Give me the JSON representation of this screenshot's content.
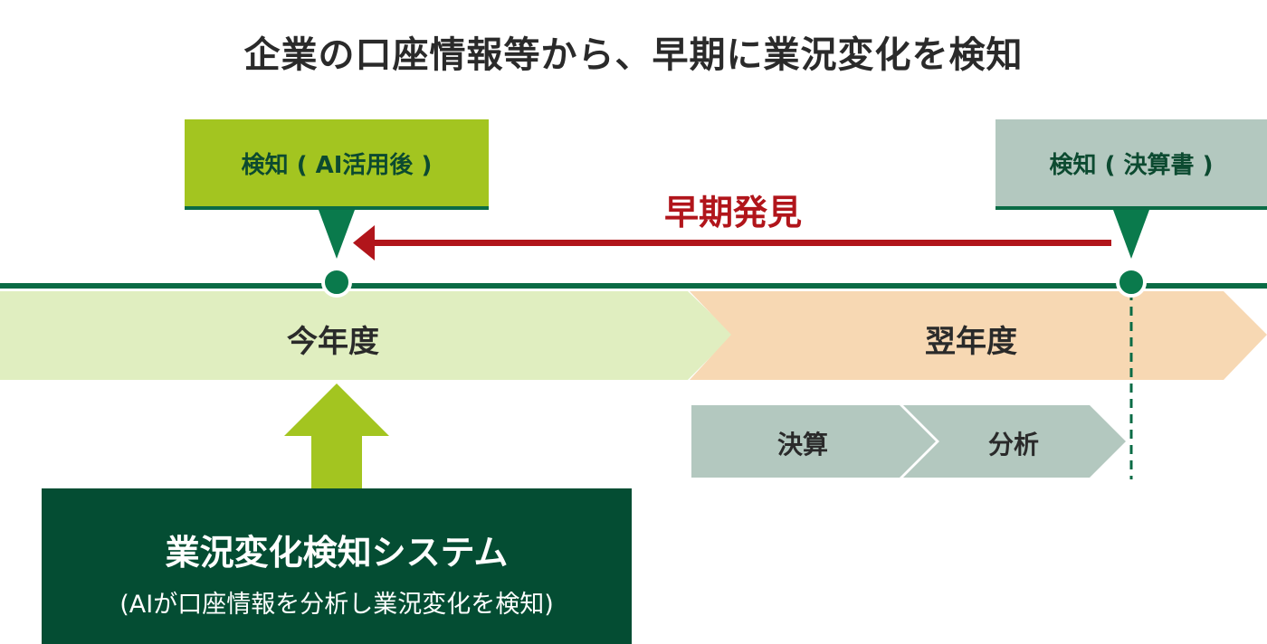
{
  "title": "企業の口座情報等から、早期に業況変化を検知",
  "detection_ai": "検知 ( AI活用後 )",
  "detection_statement": "検知 ( 決算書 )",
  "early_discovery": "早期発見",
  "this_year": "今年度",
  "next_year": "翌年度",
  "step_settlement": "決算",
  "step_analysis": "分析",
  "system": {
    "title": "業況変化検知システム",
    "description": "(AIが口座情報を分析し業況変化を検知)"
  },
  "colors": {
    "timeline": "#0a6b45",
    "ai_box": "#a3c520",
    "statement_box": "#b3c8bf",
    "this_year_band": "#e0eec0",
    "next_year_band": "#f7d8b3",
    "steps": "#b3c8bf",
    "early_arrow": "#b1151b",
    "system_box": "#044d33",
    "up_arrow": "#a3c520"
  }
}
